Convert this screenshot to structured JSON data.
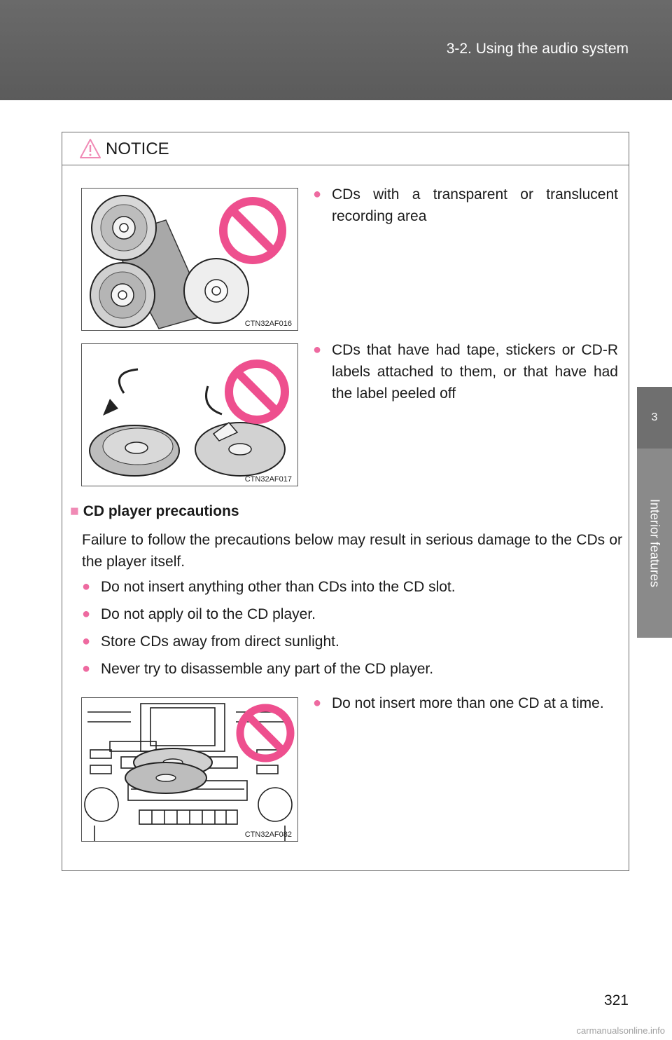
{
  "header": {
    "section_title": "3-2. Using the audio system"
  },
  "side_tab": {
    "chapter_number": "3",
    "chapter_label": "Interior features"
  },
  "notice": {
    "title": "NOTICE",
    "items_top": [
      {
        "text": "CDs with a transparent or translucent recording area",
        "figure_code": "CTN32AF016"
      },
      {
        "text": "CDs that have had tape, stickers or CD-R labels attached to them, or that have had the label peeled off",
        "figure_code": "CTN32AF017"
      }
    ],
    "section": {
      "marker": "■",
      "title": "CD player precautions",
      "intro": "Failure to follow the precautions below may result in serious damage to the CDs or the player itself.",
      "bullets": [
        "Do not insert anything other than CDs into the CD slot.",
        "Do not apply oil to the CD player.",
        "Store CDs away from direct sunlight.",
        "Never try to disassemble any part of the CD player."
      ]
    },
    "item_bottom": {
      "text": "Do not insert more than one CD at a time.",
      "figure_code": "CTN32AF082"
    }
  },
  "colors": {
    "accent_pink": "#ee4f8e",
    "header_gray": "#5f5f5f"
  },
  "icons": {
    "bullet": "●",
    "warning": "warning-triangle-icon",
    "prohibited": "prohibition-sign-icon"
  },
  "page_number": "321",
  "watermark": "carmanualsonline.info"
}
